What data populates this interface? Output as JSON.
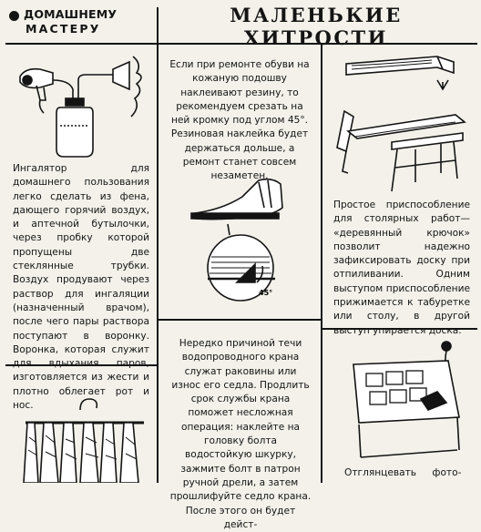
{
  "header": {
    "section_line1": "ДОМАШНЕМУ",
    "section_line2": "МАСТЕРУ",
    "title": "МАЛЕНЬКИЕ  ХИТРОСТИ"
  },
  "tips": {
    "inhaler": "Ингалятор для домашнего пользования легко сделать из фена, дающего горячий воздух, и аптечной бутылочки, через пробку которой пропущены две стеклянные трубки. Воздух продувают через раствор для ингаляции (назначенный врачом), после чего пары раствора поступают в воронку. Воронка, которая служит для вдыхания паров, изготовляется из жести и плотно облегает рот и нос.",
    "shoe": "Если при ремонте обуви на кожаную подошву наклеивают резину, то рекомендуем срезать на ней кромку под углом 45°. Резиновая наклейка будет держаться дольше, а ремонт станет совсем незаметен.",
    "carpentry": "Простое приспособление для столярных работ— «деревянный крючок» позволит надежно зафиксировать доску при отпиливании. Одним выступом приспособление прижимается к табуретке или столу, в другой выступ упирается доска.",
    "faucet": "Нередко причиной течи водопроводного крана служат раковины или износ его седла. Продлить срок службы крана поможет несложная операция: наклейте на головку болта водостойкую шкурку, зажмите болт в патрон ручной дрели, а затем прошлифуйте седло крана. После этого он будет дейст-",
    "photo": "Отглянцевать фото-"
  },
  "illustrations": {
    "angle_label": "45°"
  }
}
